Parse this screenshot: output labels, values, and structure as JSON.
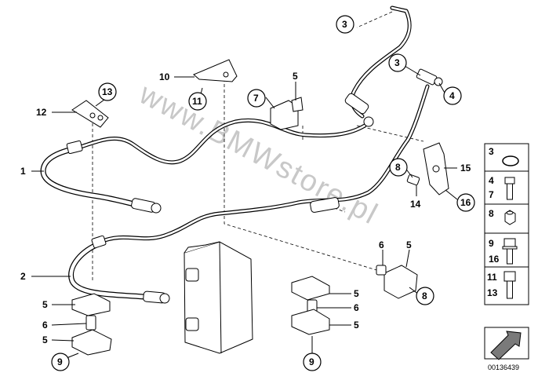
{
  "callouts": [
    {
      "n": "1",
      "circled": false
    },
    {
      "n": "2",
      "circled": false
    },
    {
      "n": "3",
      "circled": true
    },
    {
      "n": "3",
      "circled": true
    },
    {
      "n": "4",
      "circled": true
    },
    {
      "n": "5",
      "circled": false
    },
    {
      "n": "5",
      "circled": false
    },
    {
      "n": "5",
      "circled": false
    },
    {
      "n": "5",
      "circled": false
    },
    {
      "n": "5",
      "circled": false
    },
    {
      "n": "5",
      "circled": false
    },
    {
      "n": "6",
      "circled": false
    },
    {
      "n": "6",
      "circled": false
    },
    {
      "n": "6",
      "circled": false
    },
    {
      "n": "7",
      "circled": true
    },
    {
      "n": "8",
      "circled": true
    },
    {
      "n": "8",
      "circled": true
    },
    {
      "n": "9",
      "circled": true
    },
    {
      "n": "9",
      "circled": true
    },
    {
      "n": "10",
      "circled": false
    },
    {
      "n": "11",
      "circled": true
    },
    {
      "n": "12",
      "circled": false
    },
    {
      "n": "13",
      "circled": true
    },
    {
      "n": "14",
      "circled": false
    },
    {
      "n": "15",
      "circled": false
    },
    {
      "n": "16",
      "circled": true
    }
  ],
  "legend": [
    {
      "numbers": [
        "3"
      ]
    },
    {
      "numbers": [
        "4",
        "7"
      ]
    },
    {
      "numbers": [
        "8"
      ]
    },
    {
      "numbers": [
        "9",
        "16"
      ]
    },
    {
      "numbers": [
        "11",
        "13"
      ]
    }
  ],
  "watermark": "www.BMWstore.pl",
  "diagram_code": "00136439"
}
